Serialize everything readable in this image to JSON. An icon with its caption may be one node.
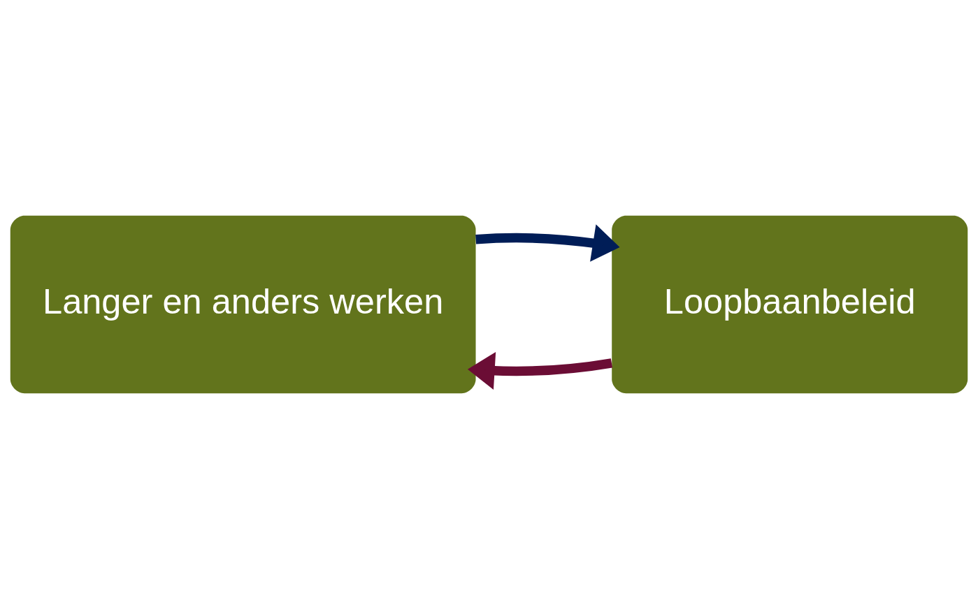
{
  "diagram": {
    "nodes": [
      {
        "text": [
          "Langer en anders werken"
        ]
      },
      {
        "text": [
          "Loopbaanbeleid"
        ]
      }
    ],
    "edges": [
      {
        "from": 1,
        "to": 0,
        "arrow": "to",
        "color": "#6b0d35"
      },
      {
        "from": 0,
        "to": 1,
        "arrow": "to",
        "color": "#001d57"
      }
    ]
  }
}
